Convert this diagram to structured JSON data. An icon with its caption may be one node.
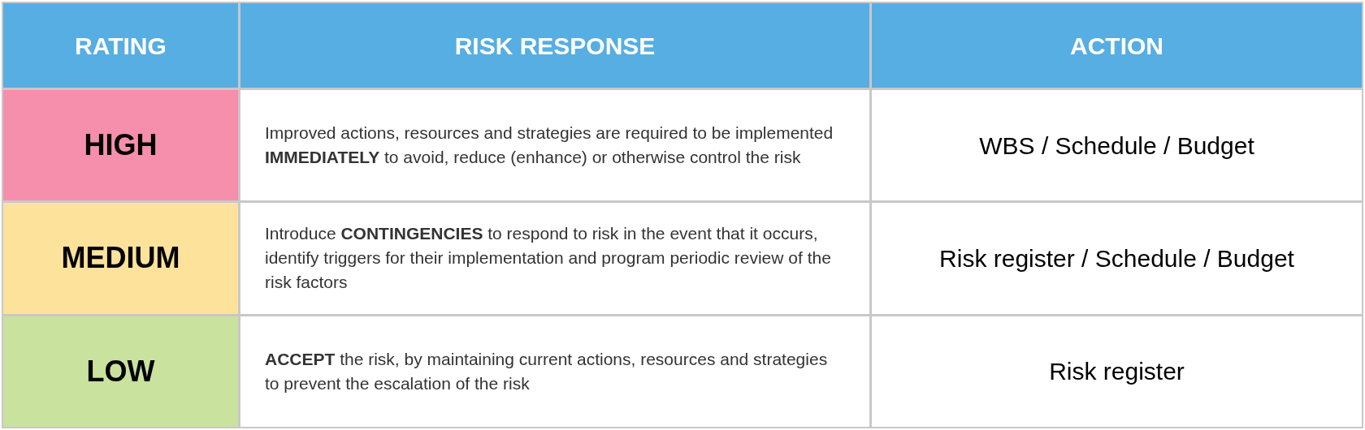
{
  "diagram": {
    "labels": [
      "RATING",
      "RISK RESPONSE",
      "ACTION",
      "HIGH",
      "Improved actions, resources and strategies are required to be implemented **IMMEDIATELY** to avoid, reduce (enhance) or otherwise control the risk",
      "WBS / Schedule / Budget",
      "MEDIUM",
      "Introduce **CONTINGENCIES** to respond to risk in the event that it occurs, identify triggers for their implementation and program periodic review of the risk factors",
      "Risk register / Schedule / Budget",
      "LOW",
      "**ACCEPT** the risk, by maintaining current actions, resources and strategies to prevent the escalation of the risk",
      "Risk register"
    ]
  }
}
